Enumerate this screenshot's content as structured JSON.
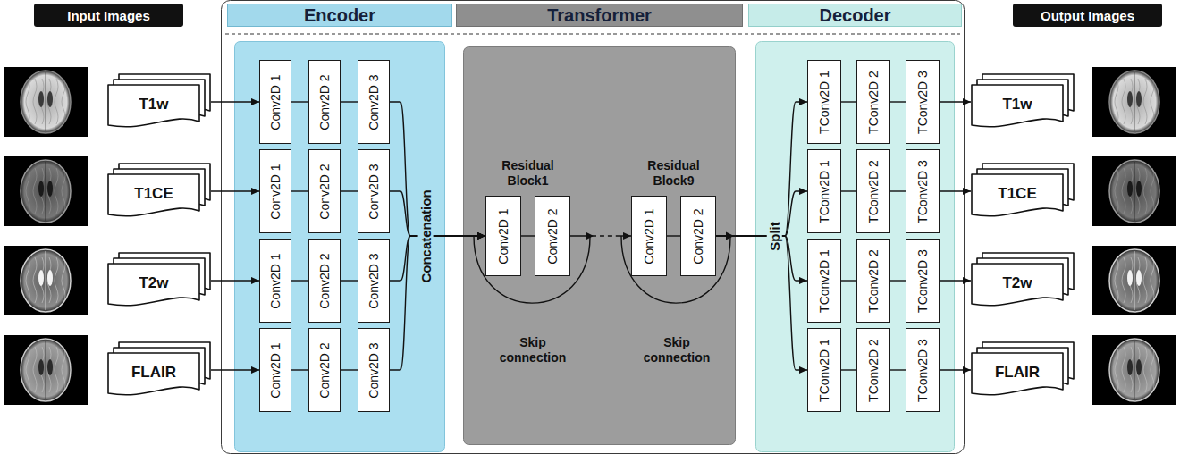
{
  "diagram": {
    "nodes": [
      {
        "text": [
          "Input Images"
        ]
      },
      {
        "text": [
          "Encoder"
        ]
      },
      {
        "text": [
          "Transformer"
        ]
      },
      {
        "text": [
          "Decoder"
        ]
      },
      {
        "text": [
          "Output Images"
        ]
      },
      {
        "text": [
          "T1w"
        ]
      },
      {
        "text": [
          "T1CE"
        ]
      },
      {
        "text": [
          "T2w"
        ]
      },
      {
        "text": [
          "FLAIR"
        ]
      },
      {
        "text": [
          "Conv2D 1"
        ],
        "in": 1
      },
      {
        "text": [
          "Conv2D 2"
        ],
        "in": 1
      },
      {
        "text": [
          "Conv2D 3"
        ],
        "in": 1
      },
      {
        "text": [
          "Conv2D 1"
        ],
        "in": 1
      },
      {
        "text": [
          "Conv2D 2"
        ],
        "in": 1
      },
      {
        "text": [
          "Conv2D 3"
        ],
        "in": 1
      },
      {
        "text": [
          "Conv2D 1"
        ],
        "in": 1
      },
      {
        "text": [
          "Conv2D 2"
        ],
        "in": 1
      },
      {
        "text": [
          "Conv2D 3"
        ],
        "in": 1
      },
      {
        "text": [
          "Conv2D 1"
        ],
        "in": 1
      },
      {
        "text": [
          "Conv2D 2"
        ],
        "in": 1
      },
      {
        "text": [
          "Conv2D 3"
        ],
        "in": 1
      },
      {
        "text": [
          "Conv2D 1"
        ],
        "in": 2
      },
      {
        "text": [
          "Conv2D 2"
        ],
        "in": 2
      },
      {
        "text": [
          "Conv2D 1"
        ],
        "in": 2
      },
      {
        "text": [
          "Conv2D 2"
        ],
        "in": 2
      },
      {
        "text": [
          "TConv2D 1"
        ],
        "in": 3
      },
      {
        "text": [
          "TConv2D 2"
        ],
        "in": 3
      },
      {
        "text": [
          "TConv2D 3"
        ],
        "in": 3
      },
      {
        "text": [
          "TConv2D 1"
        ],
        "in": 3
      },
      {
        "text": [
          "TConv2D 2"
        ],
        "in": 3
      },
      {
        "text": [
          "TConv2D 3"
        ],
        "in": 3
      },
      {
        "text": [
          "TConv2D 1"
        ],
        "in": 3
      },
      {
        "text": [
          "TConv2D 2"
        ],
        "in": 3
      },
      {
        "text": [
          "TConv2D 3"
        ],
        "in": 3
      },
      {
        "text": [
          "TConv2D 1"
        ],
        "in": 3
      },
      {
        "text": [
          "TConv2D 2"
        ],
        "in": 3
      },
      {
        "text": [
          "TConv2D 3"
        ],
        "in": 3
      },
      {
        "text": [
          "T1w"
        ]
      },
      {
        "text": [
          "T1CE"
        ]
      },
      {
        "text": [
          "T2w"
        ]
      },
      {
        "text": [
          "FLAIR"
        ]
      }
    ],
    "edges": [
      {
        "from": 5,
        "to": 9,
        "arrow": "to"
      },
      {
        "from": 9,
        "to": 10,
        "arrow": "none"
      },
      {
        "from": 10,
        "to": 11,
        "arrow": "none"
      },
      {
        "from": 6,
        "to": 12,
        "arrow": "to"
      },
      {
        "from": 12,
        "to": 13,
        "arrow": "none"
      },
      {
        "from": 13,
        "to": 14,
        "arrow": "none"
      },
      {
        "from": 7,
        "to": 15,
        "arrow": "to"
      },
      {
        "from": 15,
        "to": 16,
        "arrow": "none"
      },
      {
        "from": 16,
        "to": 17,
        "arrow": "none"
      },
      {
        "from": 8,
        "to": 18,
        "arrow": "to"
      },
      {
        "from": 18,
        "to": 19,
        "arrow": "none"
      },
      {
        "from": 19,
        "to": 20,
        "arrow": "none"
      },
      {
        "from": 11,
        "to": 21,
        "arrow": "to"
      },
      {
        "from": 14,
        "to": 21,
        "arrow": "to"
      },
      {
        "from": 17,
        "to": 21,
        "arrow": "to"
      },
      {
        "from": 20,
        "to": 21,
        "arrow": "to"
      },
      {
        "from": 21,
        "to": 22,
        "arrow": "none"
      },
      {
        "from": 22,
        "to": 23,
        "arrow": "to"
      },
      {
        "from": 23,
        "to": 24,
        "arrow": "none"
      },
      {
        "from": 24,
        "to": 25,
        "arrow": "to"
      },
      {
        "from": 24,
        "to": 28,
        "arrow": "to"
      },
      {
        "from": 24,
        "to": 31,
        "arrow": "to"
      },
      {
        "from": 24,
        "to": 34,
        "arrow": "to"
      },
      {
        "from": 25,
        "to": 26,
        "arrow": "none"
      },
      {
        "from": 26,
        "to": 27,
        "arrow": "none"
      },
      {
        "from": 27,
        "to": 37,
        "arrow": "to"
      },
      {
        "from": 28,
        "to": 29,
        "arrow": "none"
      },
      {
        "from": 29,
        "to": 30,
        "arrow": "none"
      },
      {
        "from": 30,
        "to": 38,
        "arrow": "to"
      },
      {
        "from": 31,
        "to": 32,
        "arrow": "none"
      },
      {
        "from": 32,
        "to": 33,
        "arrow": "none"
      },
      {
        "from": 33,
        "to": 39,
        "arrow": "to"
      },
      {
        "from": 34,
        "to": 35,
        "arrow": "none"
      },
      {
        "from": 35,
        "to": 36,
        "arrow": "none"
      },
      {
        "from": 36,
        "to": 40,
        "arrow": "to"
      }
    ],
    "labels": [
      "Concatenation",
      "Residual Block1",
      "Skip connection",
      "Residual Block9",
      "Skip connection",
      "Split"
    ]
  }
}
